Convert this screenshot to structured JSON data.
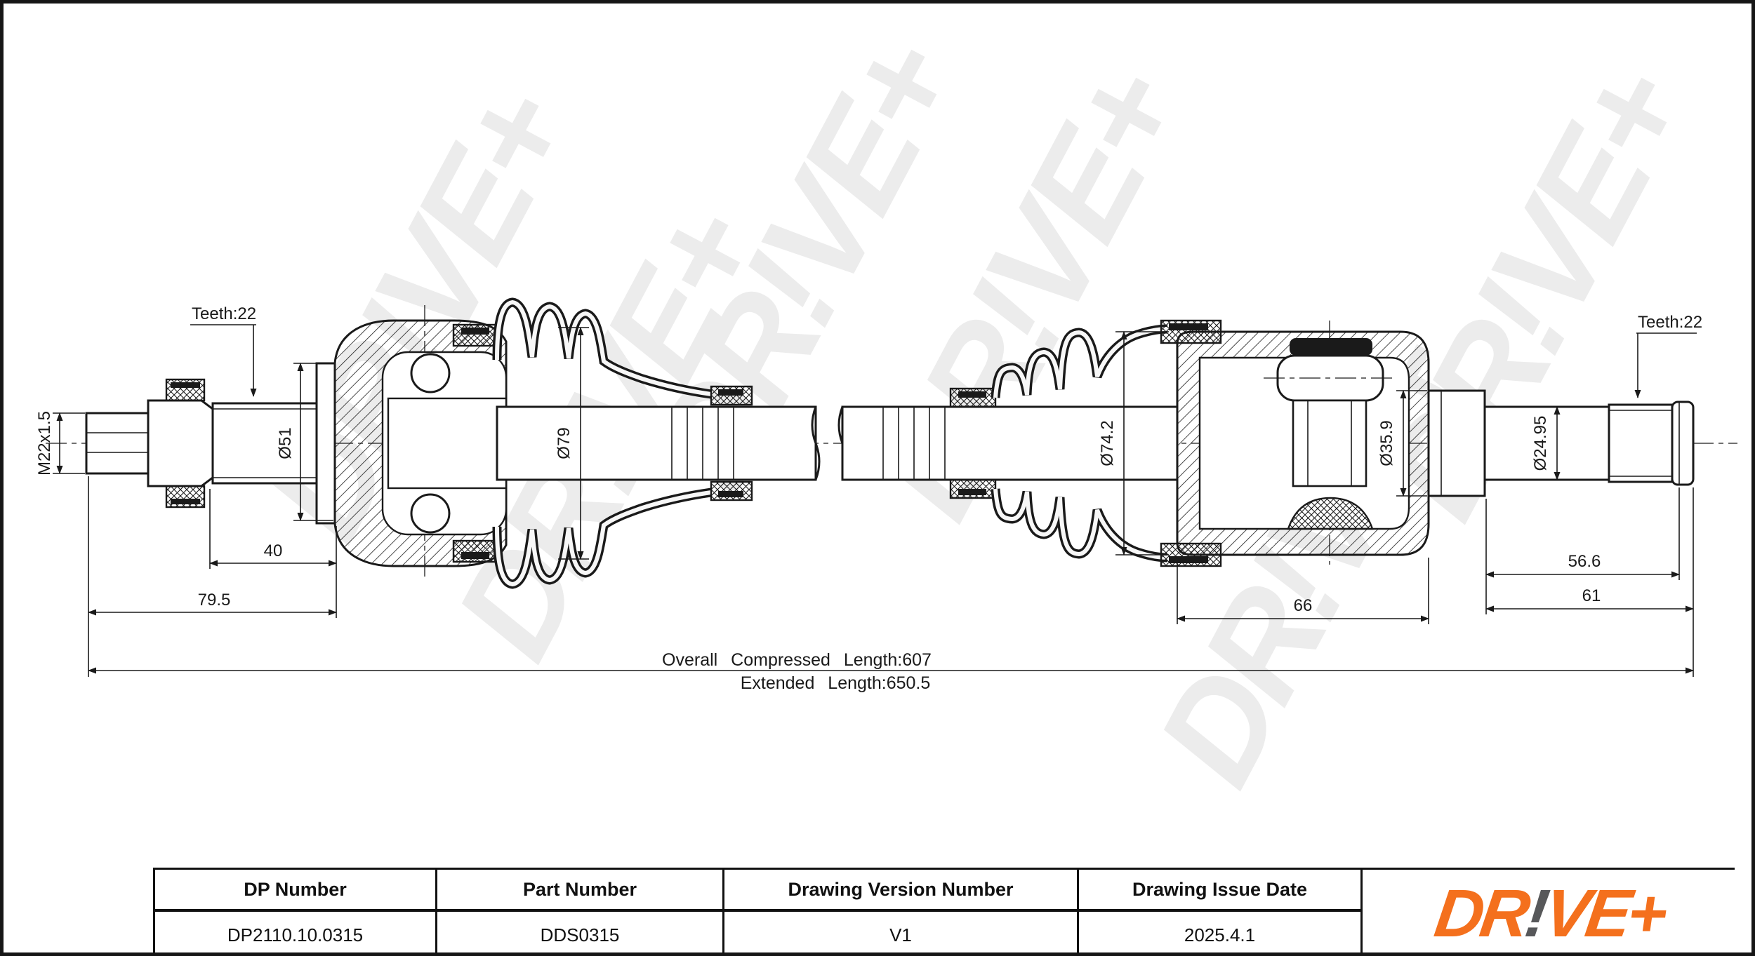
{
  "drawing": {
    "watermark_text": "DR!VE+",
    "dimensions": {
      "teeth_left": "Teeth:22",
      "teeth_right": "Teeth:22",
      "thread_spec": "M22x1.5",
      "dia_spline_left": "Ø51",
      "dia_boot_left": "Ø79",
      "dia_inner_joint": "Ø74.2",
      "dia_shaft_step": "Ø35.9",
      "dia_shaft_right": "Ø24.95",
      "dim_spline_len": "40",
      "dim_stub_len": "79.5",
      "dim_housing_len": "66",
      "dim_spline_right_len": "56.6",
      "dim_shaft_right_len": "61",
      "overall_compressed": "Overall Compressed Length:607",
      "extended": "Extended Length:650.5"
    }
  },
  "title_block": {
    "headers": [
      "DP Number",
      "Part Number",
      "Drawing Version Number",
      "Drawing Issue Date"
    ],
    "values": [
      "DP2110.10.0315",
      "DDS0315",
      "V1",
      "2025.4.1"
    ]
  },
  "logo": {
    "part1": "DR",
    "bang": "!",
    "part2": "VE+",
    "orange": "#F4701D",
    "gray": "#57585A"
  }
}
